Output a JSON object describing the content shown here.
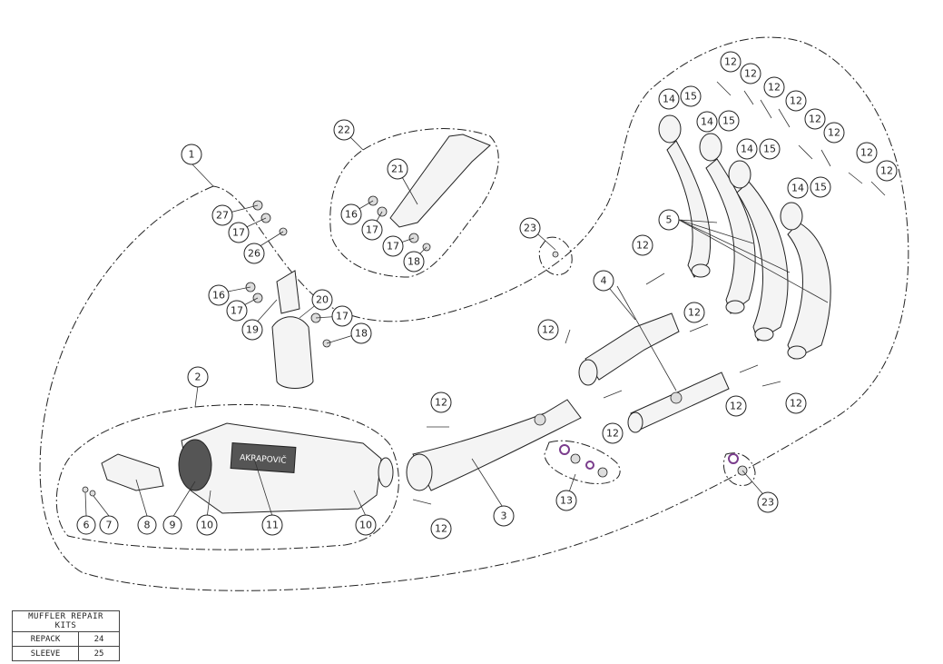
{
  "diagram": {
    "callouts": [
      "1",
      "2",
      "3",
      "4",
      "5",
      "6",
      "7",
      "8",
      "9",
      "10",
      "10",
      "11",
      "12",
      "12",
      "12",
      "12",
      "12",
      "12",
      "12",
      "12",
      "12",
      "12",
      "12",
      "12",
      "12",
      "12",
      "12",
      "12",
      "13",
      "14",
      "15",
      "14",
      "15",
      "14",
      "15",
      "14",
      "15",
      "16",
      "17",
      "16",
      "17",
      "17",
      "18",
      "17",
      "18",
      "19",
      "20",
      "21",
      "22",
      "23",
      "23",
      "26",
      "27",
      "17"
    ],
    "logo_text": "AKRAPOVIČ"
  },
  "repair_kits": {
    "title": "MUFFLER REPAIR KITS",
    "rows": [
      {
        "name": "REPACK",
        "value": "24"
      },
      {
        "name": "SLEEVE",
        "value": "25"
      }
    ]
  }
}
